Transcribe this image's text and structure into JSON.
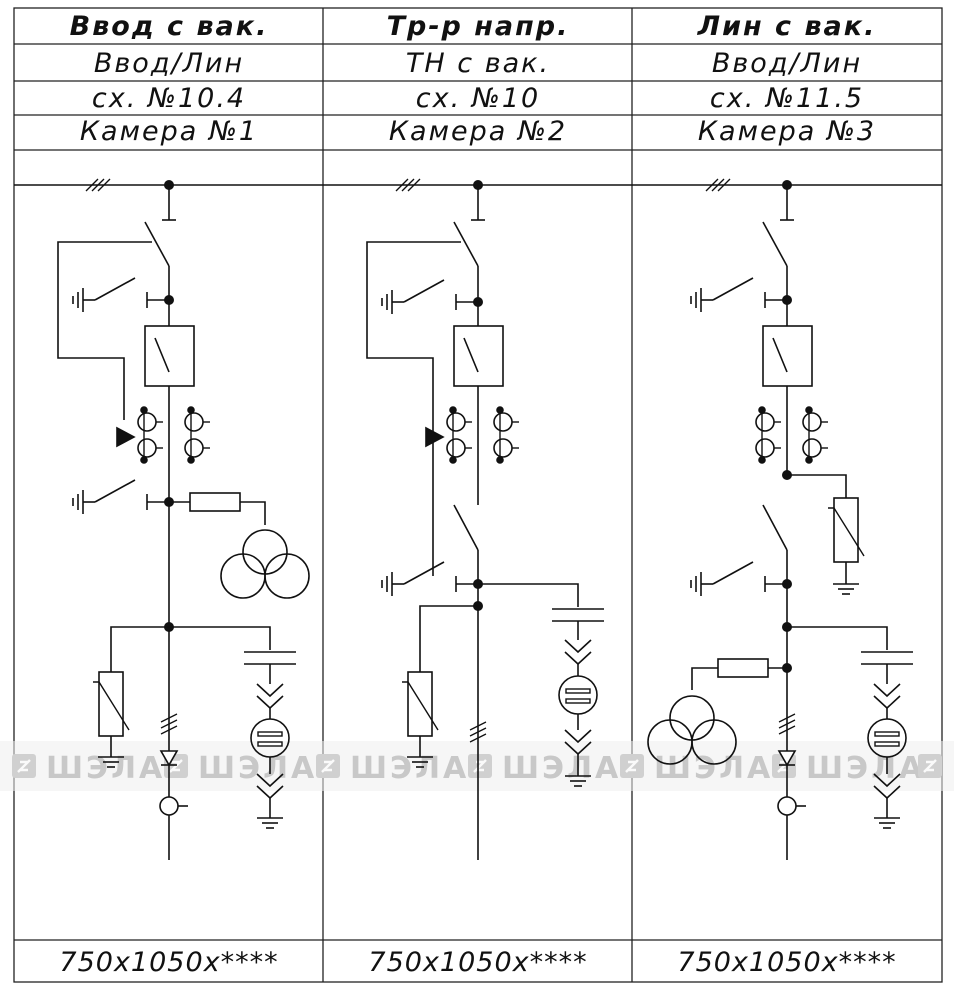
{
  "columns": [
    {
      "title": "Ввод с вак.",
      "subtitle": "Ввод/Лин",
      "scheme": "сх. №10.4",
      "chamber": "Камера №1",
      "dimensions": "750х1050х****"
    },
    {
      "title": "Тр-р напр.",
      "subtitle": "ТН с вак.",
      "scheme": "сх. №10",
      "chamber": "Камера №2",
      "dimensions": "750х1050х****"
    },
    {
      "title": "Лин с вак.",
      "subtitle": "Ввод/Лин",
      "scheme": "сх. №11.5",
      "chamber": "Камера №3",
      "dimensions": "750х1050х****"
    }
  ],
  "watermark": {
    "text": "ШЭЛА",
    "logo_icon": "shela-logo-icon"
  },
  "colors": {
    "line": "#111111",
    "watermark": "#c8c8c8",
    "watermark_band": "#eeeeee"
  }
}
